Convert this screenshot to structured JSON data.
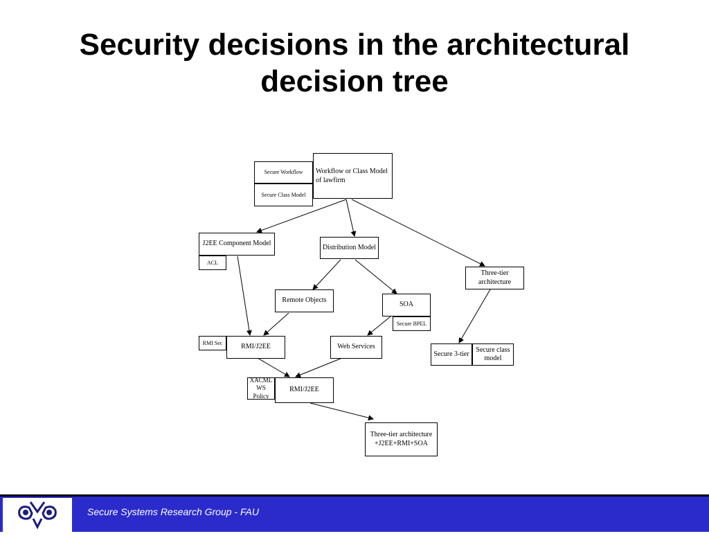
{
  "title": {
    "line1": "Security decisions in the architectural",
    "line2": "decision tree"
  },
  "diagram": {
    "nodes": {
      "workflow_model": "Workflow or Class Model\nof lawfirm",
      "secure_workflow": "Secure Workflow",
      "secure_class_model": "Secure Class Model",
      "j2ee_component_model": "J2EE Component Model",
      "acl": "ACL",
      "distribution_model": "Distribution Model",
      "three_tier_architecture": "Three-tier\narchitecture",
      "remote_objects": "Remote Objects",
      "soa": "SOA",
      "secure_bpel": "Secure BPEL",
      "rmi_sec": "RMI Sec",
      "rmi_j2ee_top": "RMI/J2EE",
      "web_services": "Web Services",
      "secure_3_tier": "Secure 3-tier",
      "secure_class_model_small": "Secure class\nmodel",
      "xacml_ws_policy": "XACML\nWS Policy",
      "rmi_j2ee_bottom": "RMI/J2EE",
      "final_architecture": "Three-tier architecture\n+J2EE+RMI+SOA"
    }
  },
  "footer": {
    "text": "Secure Systems Research Group - FAU",
    "logo": "owl-logo-icon"
  },
  "colors": {
    "footer_background": "#2b2bcc",
    "footer_text": "#ffffff",
    "diagram_line": "#000000"
  }
}
